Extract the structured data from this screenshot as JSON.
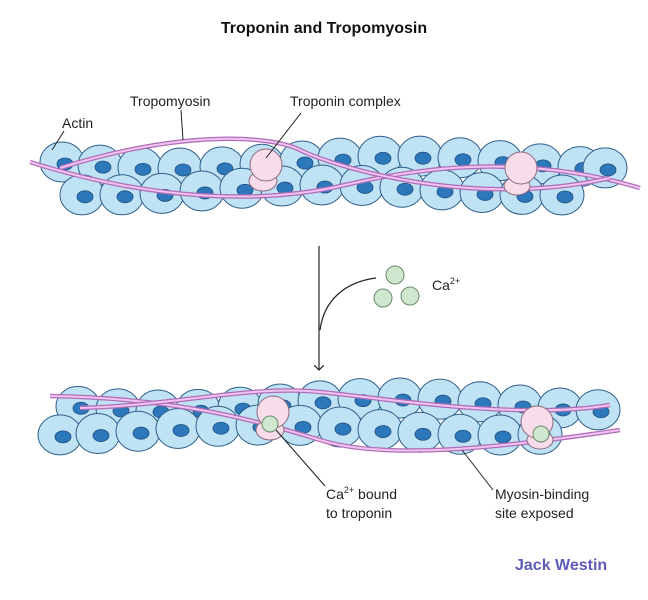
{
  "title": "Troponin and Tropomyosin",
  "labels": {
    "actin": "Actin",
    "tropomyosin": "Tropomyosin",
    "troponin_complex": "Troponin complex",
    "ion_base": "Ca",
    "ion_charge": "2+",
    "bound_line1_base": "Ca",
    "bound_line1_charge": "2+",
    "bound_line1_rest": " bound",
    "bound_line2": "to troponin",
    "myosin_line1": "Myosin-binding",
    "myosin_line2": "site exposed"
  },
  "brand": "Jack Westin",
  "colors": {
    "actin_fill": "#bfe3f5",
    "actin_stroke": "#2f5f8a",
    "actin_nucleus": "#2d77bb",
    "tropomyosin": "#d98fd9",
    "troponin_fill": "#f8dcea",
    "calcium_fill": "#cfe6cf",
    "brand": "#5b5bb8"
  }
}
